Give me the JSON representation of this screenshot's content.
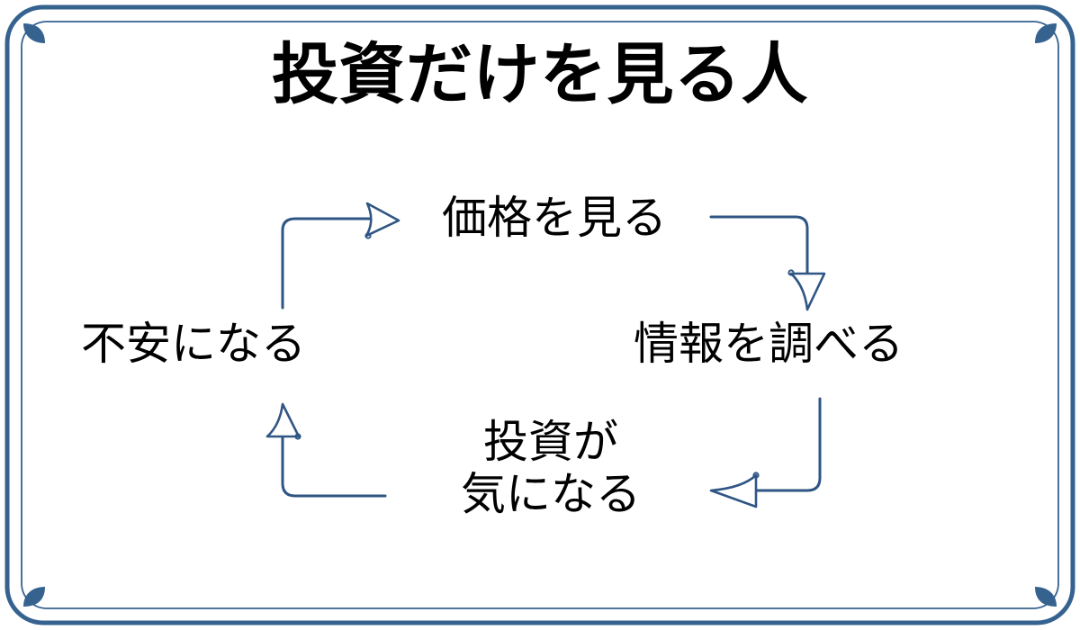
{
  "slide": {
    "title": "投資だけを見る人",
    "background_color": "#ffffff",
    "title_color": "#000000"
  },
  "frame": {
    "name": "decorative-double-border",
    "color": "#35628f",
    "outer_stroke_width": 5,
    "inner_stroke_width": 1.6,
    "corner_ornament": "leaf",
    "corner_ornament_count": 4
  },
  "diagram": {
    "type": "cycle",
    "arrow_color": "#2f5584",
    "arrowhead_style": "hollow-triangle",
    "nodes": [
      {
        "id": "top",
        "label": "価格を見る",
        "lines": [
          "価格を見る"
        ]
      },
      {
        "id": "right",
        "label": "情報を調べる",
        "lines": [
          "情報を調べる"
        ]
      },
      {
        "id": "bottom",
        "label": "投資が気になる",
        "lines": [
          "投資が",
          "気になる"
        ]
      },
      {
        "id": "left",
        "label": "不安になる",
        "lines": [
          "不安になる"
        ]
      }
    ],
    "edges": [
      {
        "from": "top",
        "to": "right",
        "direction": "down",
        "name": "arrow-top-to-right"
      },
      {
        "from": "right",
        "to": "bottom",
        "direction": "left",
        "name": "arrow-right-to-bottom"
      },
      {
        "from": "bottom",
        "to": "left",
        "direction": "up",
        "name": "arrow-bottom-to-left"
      },
      {
        "from": "left",
        "to": "top",
        "direction": "right",
        "name": "arrow-left-to-top"
      }
    ]
  }
}
